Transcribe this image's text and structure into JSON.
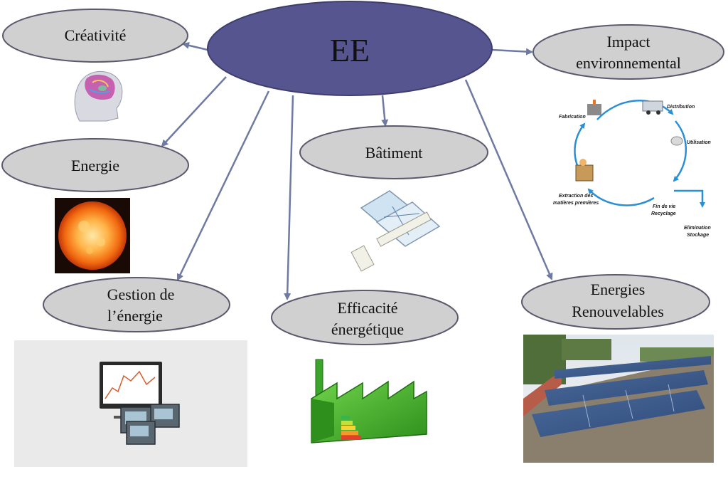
{
  "center": {
    "label": "EE"
  },
  "nodes": {
    "creativite": {
      "label": "Créativité"
    },
    "energie": {
      "label": "Energie"
    },
    "batiment": {
      "label": "Bâtiment"
    },
    "impact": {
      "line1": "Impact",
      "line2": "environnemental"
    },
    "gestion": {
      "line1": "Gestion de",
      "line2": "l’énergie"
    },
    "efficacite": {
      "line1": "Efficacité",
      "line2": "énergétique"
    },
    "renouvelables": {
      "line1": "Energies",
      "line2": "Renouvelables"
    }
  },
  "lifecycle": {
    "fabrication": "Fabrication",
    "distribution": "Distribution",
    "utilisation": "Utilisation",
    "extraction_line1": "Extraction des",
    "extraction_line2": "matières premières",
    "fin_line1": "Fin de vie",
    "fin_line2": "Recyclage",
    "elim_line1": "Elimination",
    "elim_line2": "Stockage"
  },
  "colors": {
    "center_fill": "#56558f",
    "node_fill": "#d0d0d0",
    "node_stroke": "#5a5a6e",
    "arrow": "#6f7aa3",
    "cycle_arrow": "#2b8fd6"
  }
}
